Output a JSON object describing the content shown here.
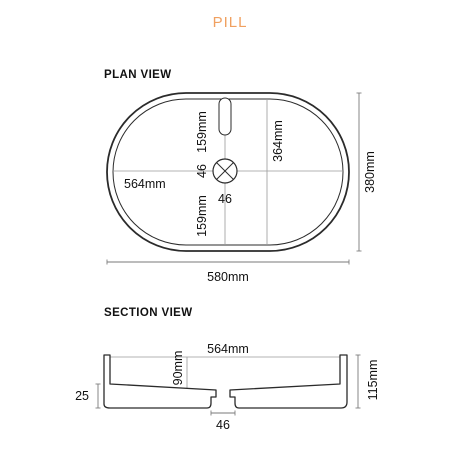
{
  "title": "PILL",
  "colors": {
    "accent": "#f0a060",
    "outline": "#2b2b2b",
    "dimension": "#7a7a7a",
    "inner_line": "#9a9a9a"
  },
  "plan_view": {
    "heading": "PLAN VIEW",
    "overall_length": "580mm",
    "overall_width": "380mm",
    "inner_length": "564mm",
    "inner_width": "364mm",
    "upper_offset": "159mm",
    "lower_offset": "159mm",
    "waste_diameter": "46",
    "waste_diameter_vertical": "46"
  },
  "section_view": {
    "heading": "SECTION VIEW",
    "inner_length": "564mm",
    "bowl_depth": "90mm",
    "total_height": "115mm",
    "base_height": "25",
    "waste_width": "46"
  }
}
